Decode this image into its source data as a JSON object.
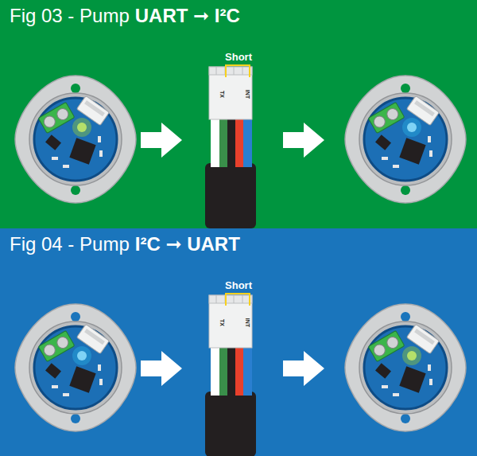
{
  "diagram": {
    "nodes": [
      {
        "text": [
          "Fig 03 - Pump",
          "UART ➞ I²C"
        ]
      },
      {
        "text": [
          "Fig 04 - Pump",
          "I²C ➞ UART"
        ]
      }
    ],
    "labels": [
      "Short",
      "TX",
      "INT",
      "Short",
      "TX",
      "INT"
    ]
  }
}
